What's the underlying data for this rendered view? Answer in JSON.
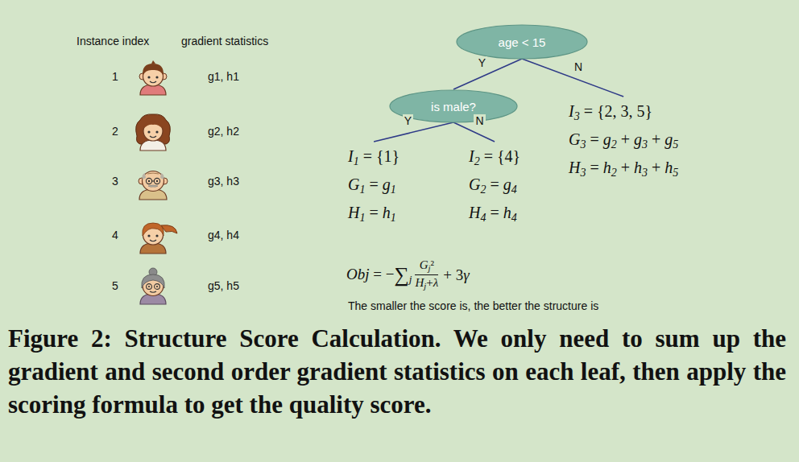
{
  "diagram": {
    "caption": "Figure 2: Structure Score Calculation. We only need to sum up the gradient and second order gradient statistics on each leaf, then apply the scoring formula to get the quality score.",
    "nodes": [
      {
        "text": [
          "age < 15"
        ]
      },
      {
        "text": [
          "is male?"
        ]
      },
      {
        "text": [
          "I1 = {1}",
          "G1 = g1",
          "H1 = h1"
        ]
      },
      {
        "text": [
          "I2 = {4}",
          "G2 = g4",
          "H4 = h4"
        ]
      },
      {
        "text": [
          "I3 = {2, 3, 5}",
          "G3 = g2 + g3 + g5",
          "H3 = h2 + h3 + h5"
        ]
      }
    ],
    "edges": [
      {
        "from": 0,
        "to": 1,
        "label": "Y",
        "arrow": "none"
      },
      {
        "from": 0,
        "to": 4,
        "label": "N",
        "arrow": "none"
      },
      {
        "from": 1,
        "to": 2,
        "label": "Y",
        "arrow": "none"
      },
      {
        "from": 1,
        "to": 3,
        "label": "N",
        "arrow": "none"
      }
    ],
    "labels": [
      "Instance index",
      "gradient statistics",
      "1",
      "g1, h1",
      "2",
      "g2, h2",
      "3",
      "g3, h3",
      "4",
      "g4, h4",
      "5",
      "g5, h5",
      "Obj = −∑j",
      "Gj²",
      "Hj+λ",
      "+ 3γ",
      "The smaller the score is, the better the structure is"
    ]
  }
}
